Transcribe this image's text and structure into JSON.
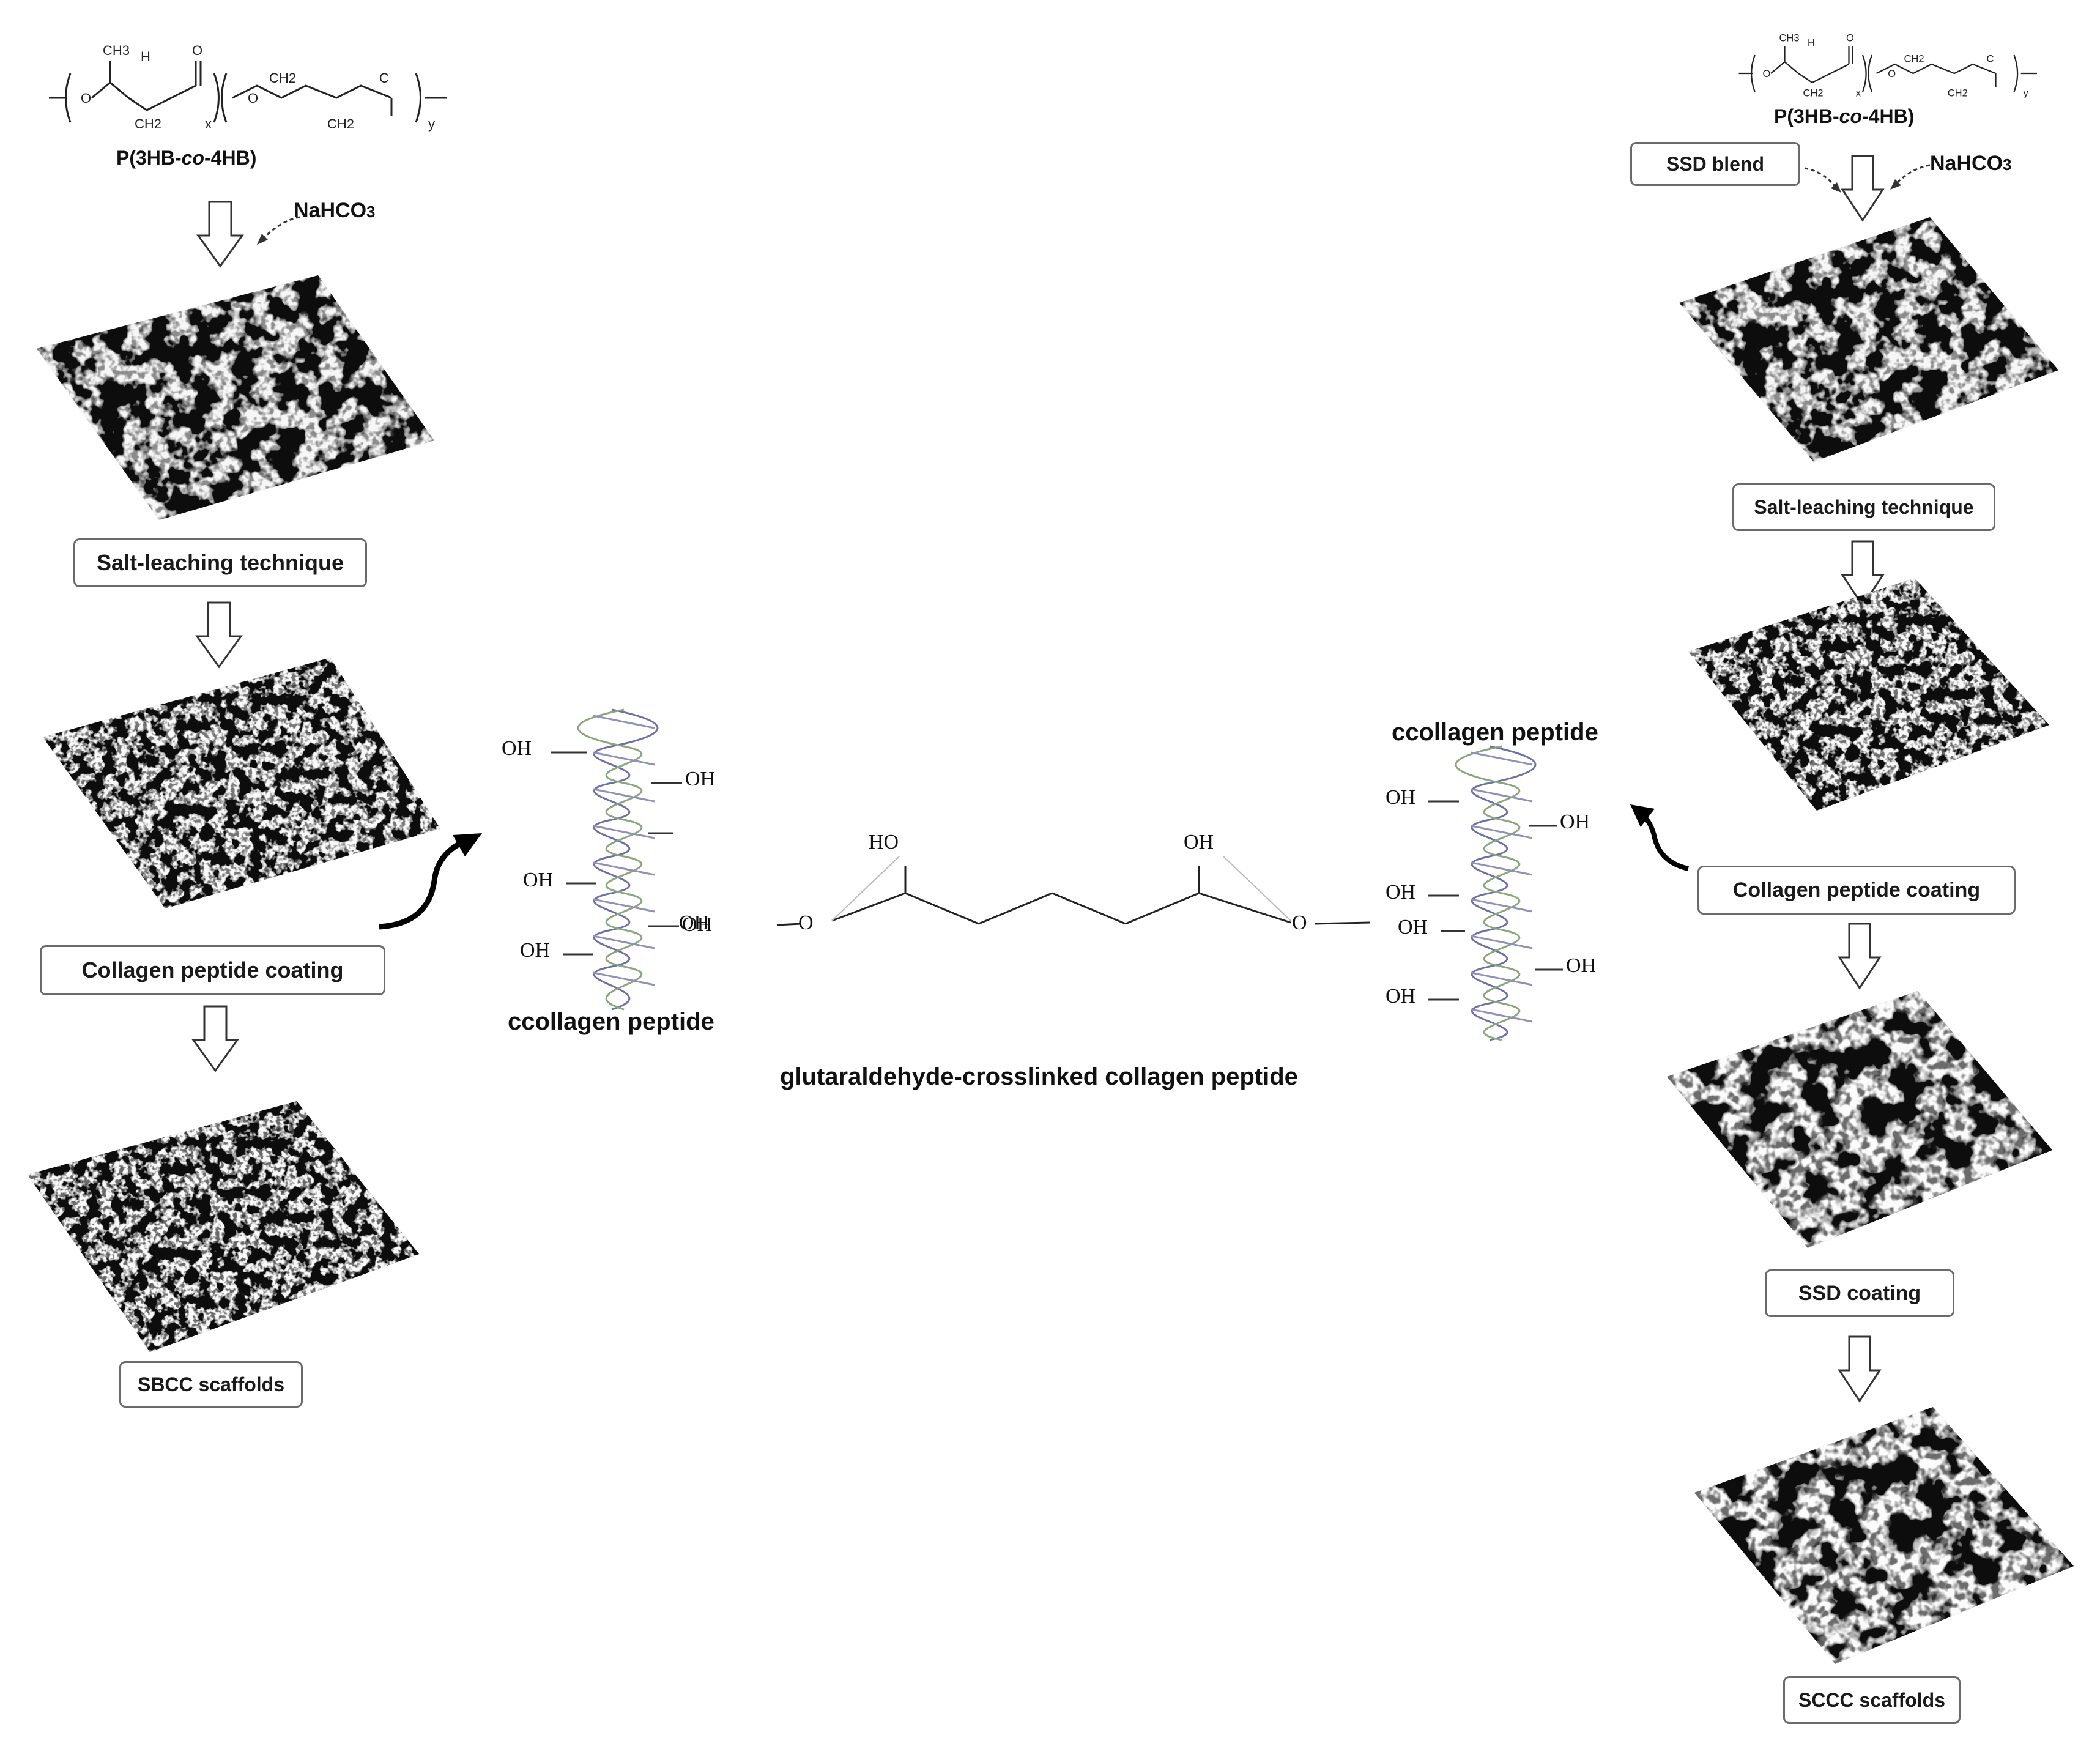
{
  "left_column": {
    "polymer_label_main": "P(3HB-",
    "polymer_label_italic": "co",
    "polymer_label_end": "-4HB)",
    "reagent": "NaHCO3",
    "step1": "Salt-leaching technique",
    "step2": "Collagen peptide coating",
    "result": "SBCC scaffolds"
  },
  "right_column": {
    "polymer_label_main": "P(3HB-",
    "polymer_label_italic": "co",
    "polymer_label_end": "-4HB)",
    "blend": "SSD blend",
    "reagent": "NaHCO3",
    "step1": "Salt-leaching technique",
    "step2": "Collagen peptide coating",
    "step3": "SSD coating",
    "result": "SCCC scaffolds"
  },
  "polymer_structure": {
    "ch3": "CH3",
    "h": "H",
    "o_ring": "O",
    "ch2": "CH2",
    "c": "C",
    "o_carbonyl": "O",
    "x": "x",
    "y": "y",
    "o2": "O",
    "ch2_b": "CH2",
    "ch2_c": "CH2",
    "c2": "C"
  },
  "center": {
    "collagen_left_label": "ccollagen peptide",
    "collagen_right_label": "ccollagen peptide",
    "caption": "glutaraldehyde-crosslinked collagen peptide",
    "oh": "OH",
    "ho": "HO",
    "o": "O"
  },
  "colors": {
    "box_border": "#6a6a6a",
    "helix_purple": "#6e6ea8",
    "helix_green": "#8aa67a",
    "scaffold_dark": "#1a1a1a",
    "scaffold_light": "#d8d8d8"
  }
}
